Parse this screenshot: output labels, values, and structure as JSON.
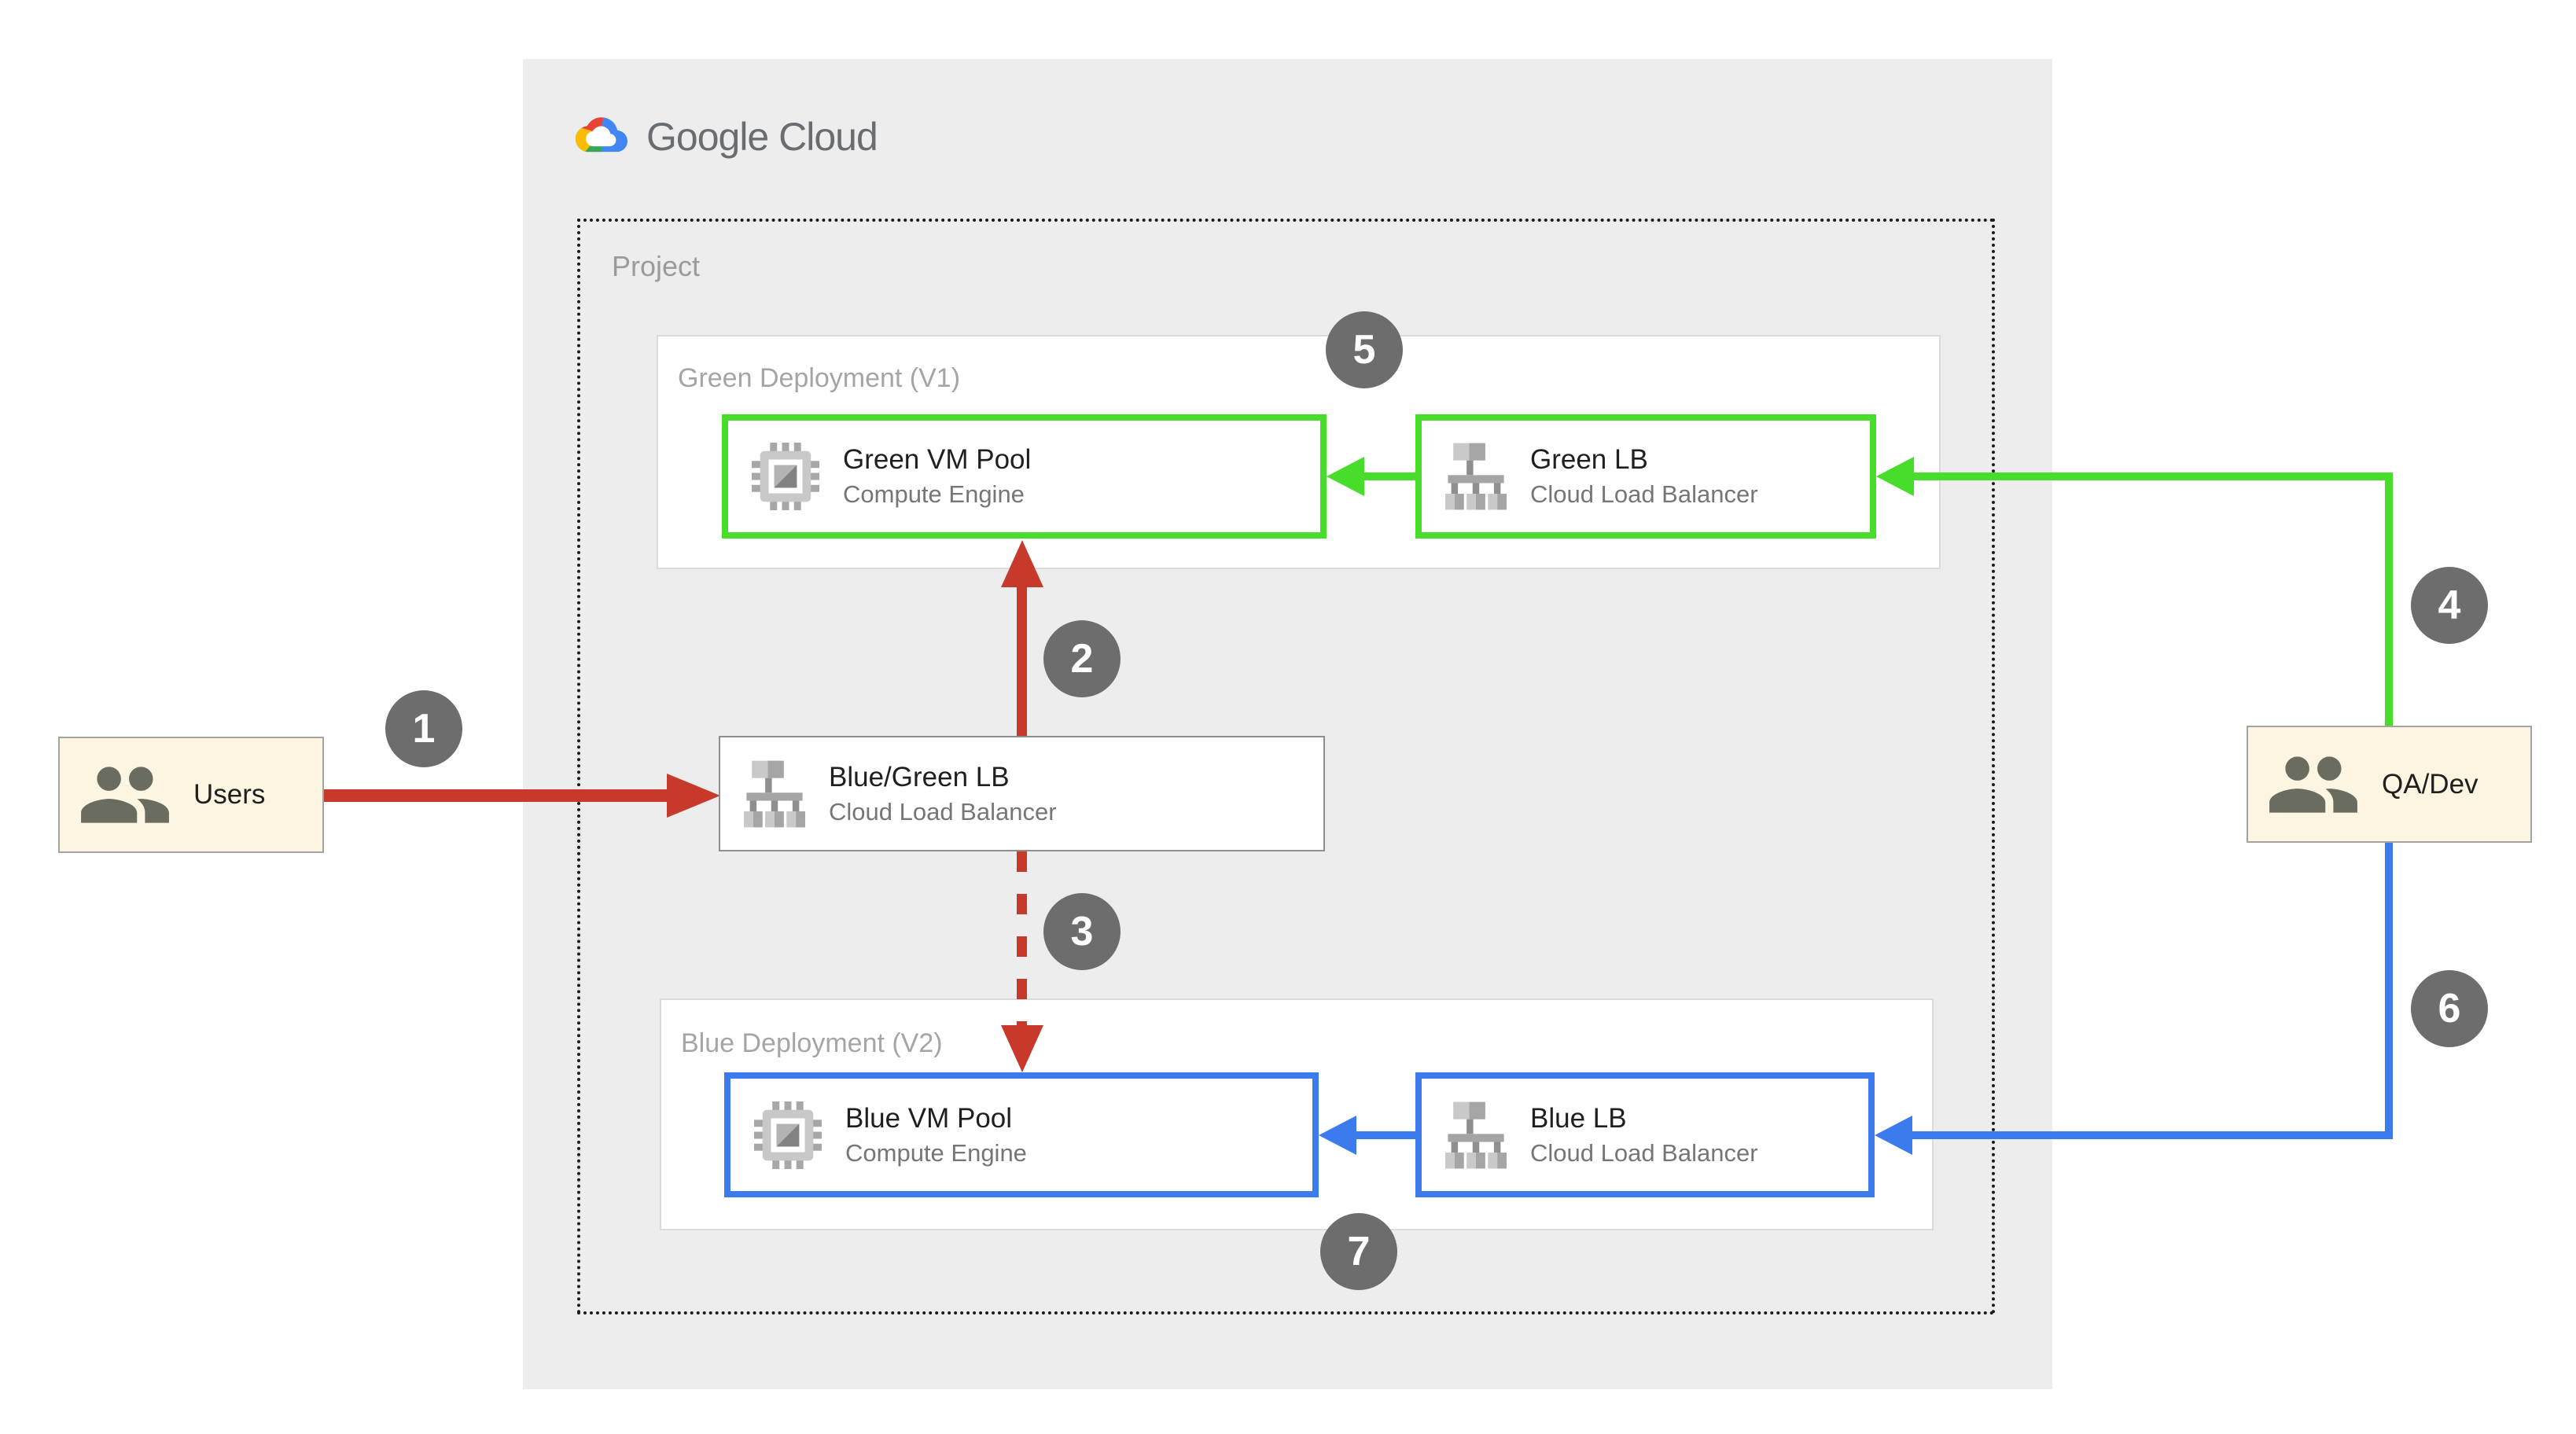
{
  "brand": {
    "logo_text": "Google Cloud",
    "logo_icon": "google-cloud-logo-icon"
  },
  "project": {
    "label": "Project"
  },
  "groups": {
    "green": {
      "label": "Green Deployment (V1)"
    },
    "blue": {
      "label": "Blue Deployment (V2)"
    }
  },
  "nodes": {
    "green_vm": {
      "title": "Green VM Pool",
      "subtitle": "Compute Engine",
      "icon": "compute-engine-icon"
    },
    "green_lb": {
      "title": "Green LB",
      "subtitle": "Cloud Load Balancer",
      "icon": "load-balancer-icon"
    },
    "bluegreen_lb": {
      "title": "Blue/Green LB",
      "subtitle": "Cloud Load Balancer",
      "icon": "load-balancer-icon"
    },
    "blue_vm": {
      "title": "Blue VM Pool",
      "subtitle": "Compute Engine",
      "icon": "compute-engine-icon"
    },
    "blue_lb": {
      "title": "Blue LB",
      "subtitle": "Cloud Load Balancer",
      "icon": "load-balancer-icon"
    }
  },
  "actors": {
    "users": {
      "label": "Users",
      "icon": "users-icon"
    },
    "qadev": {
      "label": "QA/Dev",
      "icon": "users-icon"
    }
  },
  "steps": [
    "1",
    "2",
    "3",
    "4",
    "5",
    "6",
    "7"
  ],
  "colors": {
    "green": "#48DD2B",
    "blue": "#3C7BEE",
    "red": "#C7392B",
    "badge_gray": "#6D6D6D",
    "panel_gray": "#EDEDED",
    "actor_fill": "#FBF5E1",
    "logo_blue": "#4285F4",
    "logo_red": "#EA4335",
    "logo_yellow": "#FBBC05",
    "logo_green": "#34A853"
  }
}
